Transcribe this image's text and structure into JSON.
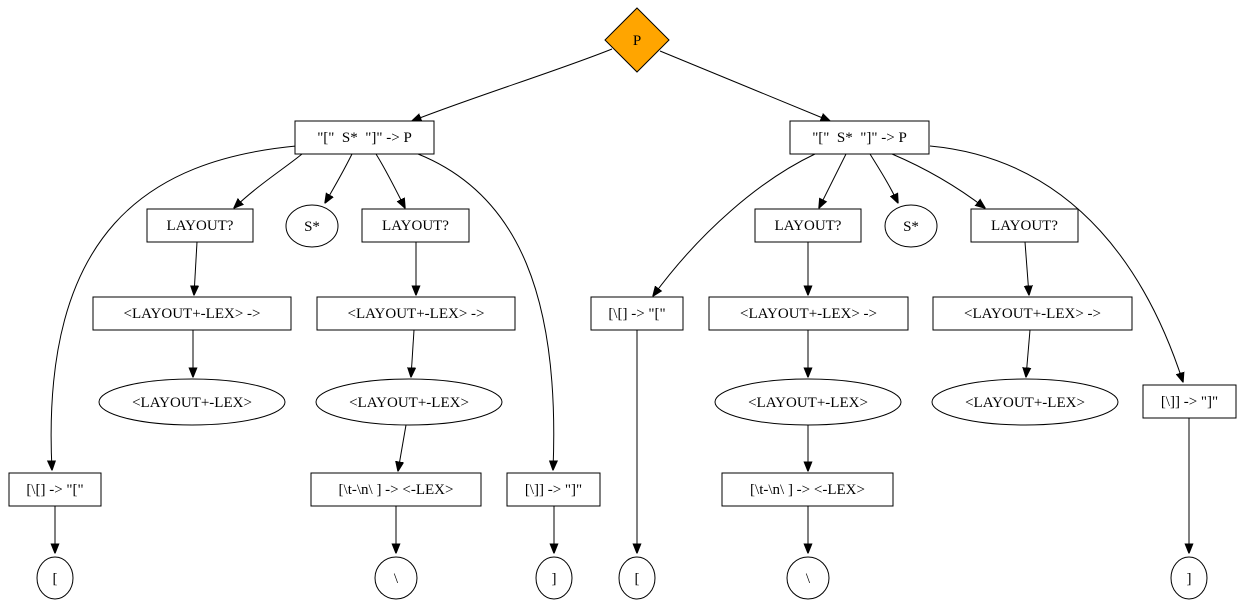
{
  "diagram": {
    "colors": {
      "root_fill": "#ffa500",
      "node_fill": "#ffffff",
      "line": "#000000"
    },
    "nodes": {
      "root": "P",
      "prod_left": "\"[\"  S*  \"]\" -> P",
      "prod_right": "\"[\"  S*  \"]\" -> P",
      "l_layout1": "LAYOUT?",
      "l_s": "S*",
      "l_layout2": "LAYOUT?",
      "l_lex1": "<LAYOUT+-LEX> ->",
      "l_lex2": "<LAYOUT+-LEX> ->",
      "l_lex1_ell": "<LAYOUT+-LEX>",
      "l_lex2_ell": "<LAYOUT+-LEX>",
      "l_tn": "[\\t-\\n\\ ] -> <-LEX>",
      "l_open": "[\\[] -> \"[\"",
      "l_close": "[\\]] -> \"]\"",
      "l_open_char": "[",
      "l_bs_char": "\\",
      "l_close_char": "]",
      "r_layout1": "LAYOUT?",
      "r_s": "S*",
      "r_layout2": "LAYOUT?",
      "r_open": "[\\[] -> \"[\"",
      "r_lex1": "<LAYOUT+-LEX> ->",
      "r_lex2": "<LAYOUT+-LEX> ->",
      "r_lex1_ell": "<LAYOUT+-LEX>",
      "r_lex2_ell": "<LAYOUT+-LEX>",
      "r_tn": "[\\t-\\n\\ ] -> <-LEX>",
      "r_close": "[\\]] -> \"]\"",
      "r_open_char": "[",
      "r_bs_char": "\\",
      "r_close_char": "]"
    }
  }
}
